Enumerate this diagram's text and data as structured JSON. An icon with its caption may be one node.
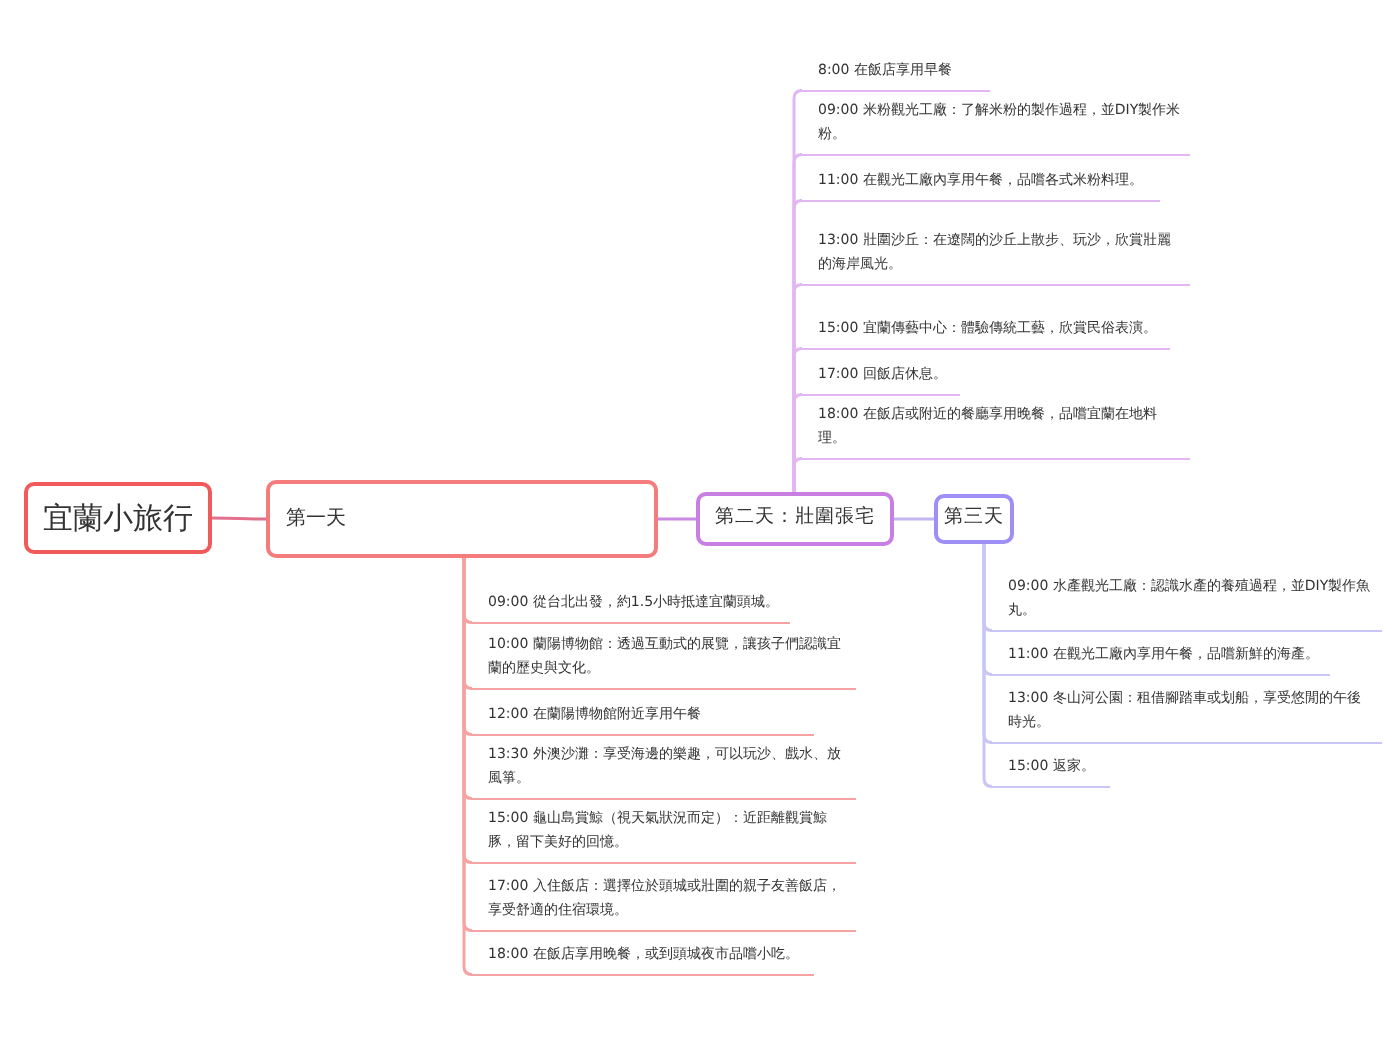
{
  "diagram": {
    "nodes": [
      {
        "text": [
          "宜蘭小旅行"
        ]
      },
      {
        "text": [
          "第一天"
        ]
      },
      {
        "text": [
          "第二天：壯圍張宅"
        ]
      },
      {
        "text": [
          "第三天"
        ]
      },
      {
        "text": [
          "8:00 在飯店享用早餐"
        ]
      },
      {
        "text": [
          "09:00 米粉觀光工廠：了解米粉的製作過程，並DIY製作米粉。"
        ]
      },
      {
        "text": [
          "11:00 在觀光工廠內享用午餐，品嚐各式米粉料理。"
        ]
      },
      {
        "text": [
          "13:00 壯圍沙丘：在遼闊的沙丘上散步、玩沙，欣賞壯麗的海岸風光。"
        ]
      },
      {
        "text": [
          "15:00 宜蘭傳藝中心：體驗傳統工藝，欣賞民俗表演。"
        ]
      },
      {
        "text": [
          "17:00 回飯店休息。"
        ]
      },
      {
        "text": [
          "18:00 在飯店或附近的餐廳享用晚餐，品嚐宜蘭在地料理。"
        ]
      },
      {
        "text": [
          "09:00 從台北出發，約1.5小時抵達宜蘭頭城。"
        ]
      },
      {
        "text": [
          "10:00 蘭陽博物館：透過互動式的展覽，讓孩子們認識宜蘭的歷史與文化。"
        ]
      },
      {
        "text": [
          "12:00 在蘭陽博物館附近享用午餐"
        ]
      },
      {
        "text": [
          "13:30 外澳沙灘：享受海邊的樂趣，可以玩沙、戲水、放風箏。"
        ]
      },
      {
        "text": [
          "15:00 龜山島賞鯨（視天氣狀況而定）：近距離觀賞鯨豚，留下美好的回憶。"
        ]
      },
      {
        "text": [
          "17:00 入住飯店：選擇位於頭城或壯圍的親子友善飯店，享受舒適的住宿環境。"
        ]
      },
      {
        "text": [
          "18:00 在飯店享用晚餐，或到頭城夜市品嚐小吃。"
        ]
      },
      {
        "text": [
          "09:00 水產觀光工廠：認識水產的養殖過程，並DIY製作魚丸。"
        ]
      },
      {
        "text": [
          "11:00 在觀光工廠內享用午餐，品嚐新鮮的海產。"
        ]
      },
      {
        "text": [
          "13:00 冬山河公園：租借腳踏車或划船，享受悠閒的午後時光。"
        ]
      },
      {
        "text": [
          "15:00 返家。"
        ]
      }
    ],
    "edges": [
      {
        "from": 0,
        "to": 1,
        "arrow": "none",
        "color": "#e36f8e"
      },
      {
        "from": 1,
        "to": 2,
        "arrow": "none",
        "color": "#c98be3"
      },
      {
        "from": 2,
        "to": 3,
        "arrow": "none",
        "color": "#c3b6f3"
      },
      {
        "from": 2,
        "to": 4,
        "arrow": "none"
      },
      {
        "from": 2,
        "to": 5,
        "arrow": "none"
      },
      {
        "from": 2,
        "to": 6,
        "arrow": "none"
      },
      {
        "from": 2,
        "to": 7,
        "arrow": "none"
      },
      {
        "from": 2,
        "to": 8,
        "arrow": "none"
      },
      {
        "from": 2,
        "to": 9,
        "arrow": "none"
      },
      {
        "from": 2,
        "to": 10,
        "arrow": "none"
      },
      {
        "from": 1,
        "to": 11,
        "arrow": "none",
        "color": "#f5a3a3"
      },
      {
        "from": 1,
        "to": 12,
        "arrow": "none",
        "color": "#f5a3a3"
      },
      {
        "from": 1,
        "to": 13,
        "arrow": "none",
        "color": "#f5a3a3"
      },
      {
        "from": 1,
        "to": 14,
        "arrow": "none",
        "color": "#f5a3a3"
      },
      {
        "from": 1,
        "to": 15,
        "arrow": "none",
        "color": "#f5a3a3"
      },
      {
        "from": 1,
        "to": 16,
        "arrow": "none",
        "color": "#f5a3a3"
      },
      {
        "from": 1,
        "to": 17,
        "arrow": "none",
        "color": "#f5a3a3"
      },
      {
        "from": 3,
        "to": 18,
        "arrow": "none",
        "color": "#c9c6f7"
      },
      {
        "from": 3,
        "to": 19,
        "arrow": "none",
        "color": "#c9c6f7"
      },
      {
        "from": 3,
        "to": 20,
        "arrow": "none",
        "color": "#c9c6f7"
      },
      {
        "from": 3,
        "to": 21,
        "arrow": "none",
        "color": "#c9c6f7"
      }
    ]
  }
}
